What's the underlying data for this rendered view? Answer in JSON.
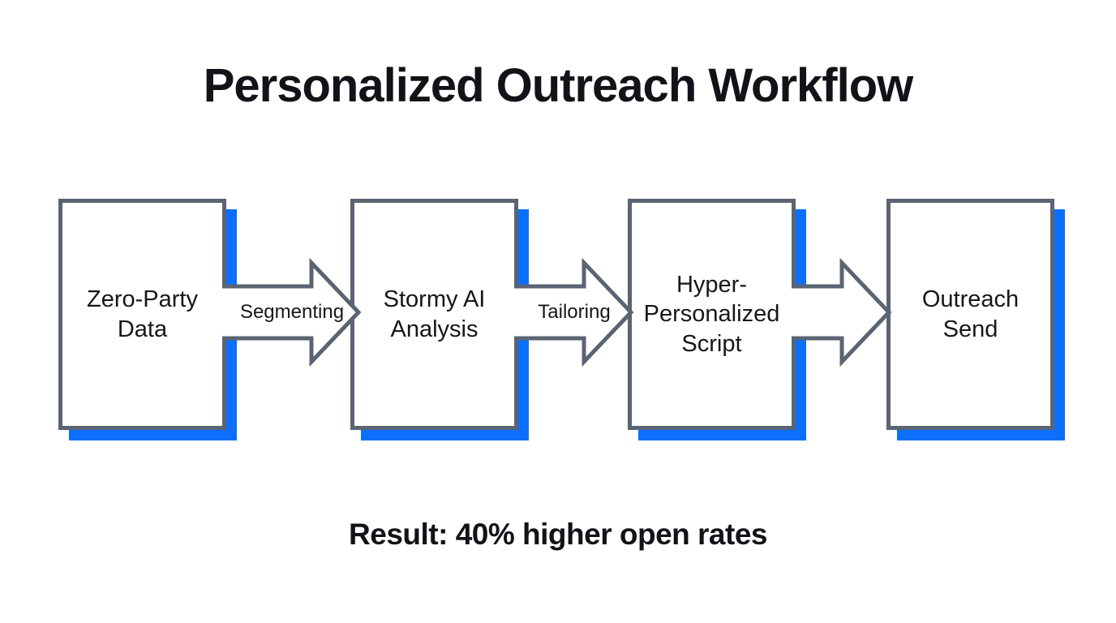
{
  "title": "Personalized Outreach Workflow",
  "result_text": "Result: 40% higher open rates",
  "colors": {
    "node_border": "#5b6472",
    "node_shadow_blue": "#0c6ffb",
    "text": "#14171c",
    "background": "#ffffff"
  },
  "diagram": {
    "nodes": [
      {
        "label": "Zero-Party\nData"
      },
      {
        "label": "Stormy AI\nAnalysis"
      },
      {
        "label": "Hyper-\nPersonalized\nScript"
      },
      {
        "label": "Outreach\nSend"
      }
    ],
    "arrows": [
      {
        "label": "Segmenting"
      },
      {
        "label": "Tailoring"
      },
      {
        "label": ""
      }
    ]
  }
}
